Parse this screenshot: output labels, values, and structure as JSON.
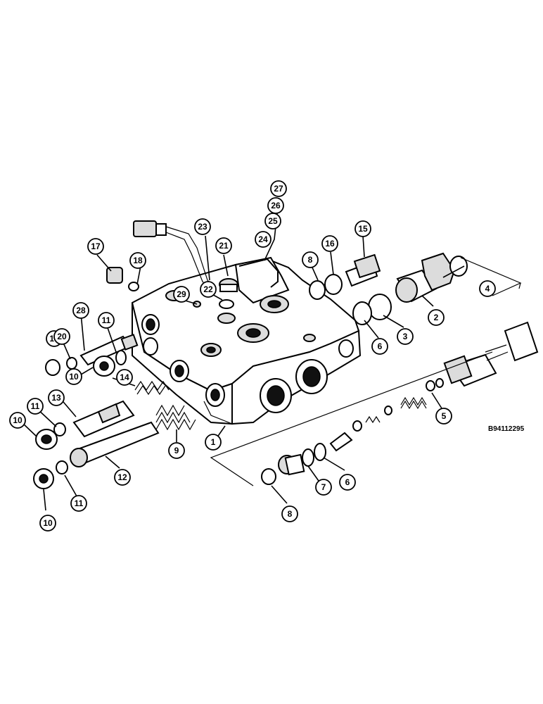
{
  "reference": "B94112295",
  "callouts": [
    {
      "id": "27",
      "label": "27"
    },
    {
      "id": "26",
      "label": "26"
    },
    {
      "id": "25",
      "label": "25"
    },
    {
      "id": "24",
      "label": "24"
    },
    {
      "id": "23",
      "label": "23"
    },
    {
      "id": "21",
      "label": "21"
    },
    {
      "id": "17",
      "label": "17"
    },
    {
      "id": "18",
      "label": "18"
    },
    {
      "id": "8a",
      "label": "8"
    },
    {
      "id": "16",
      "label": "16"
    },
    {
      "id": "15",
      "label": "15"
    },
    {
      "id": "4",
      "label": "4"
    },
    {
      "id": "29",
      "label": "29"
    },
    {
      "id": "22",
      "label": "22"
    },
    {
      "id": "2",
      "label": "2"
    },
    {
      "id": "3",
      "label": "3"
    },
    {
      "id": "6a",
      "label": "6"
    },
    {
      "id": "28",
      "label": "28"
    },
    {
      "id": "11a",
      "label": "11"
    },
    {
      "id": "19",
      "label": "19"
    },
    {
      "id": "20",
      "label": "20"
    },
    {
      "id": "10a",
      "label": "10"
    },
    {
      "id": "14",
      "label": "14"
    },
    {
      "id": "13",
      "label": "13"
    },
    {
      "id": "11b",
      "label": "11"
    },
    {
      "id": "10b",
      "label": "10"
    },
    {
      "id": "9",
      "label": "9"
    },
    {
      "id": "1",
      "label": "1"
    },
    {
      "id": "5",
      "label": "5"
    },
    {
      "id": "12",
      "label": "12"
    },
    {
      "id": "6b",
      "label": "6"
    },
    {
      "id": "7",
      "label": "7"
    },
    {
      "id": "8b",
      "label": "8"
    },
    {
      "id": "11c",
      "label": "11"
    },
    {
      "id": "10c",
      "label": "10"
    }
  ]
}
